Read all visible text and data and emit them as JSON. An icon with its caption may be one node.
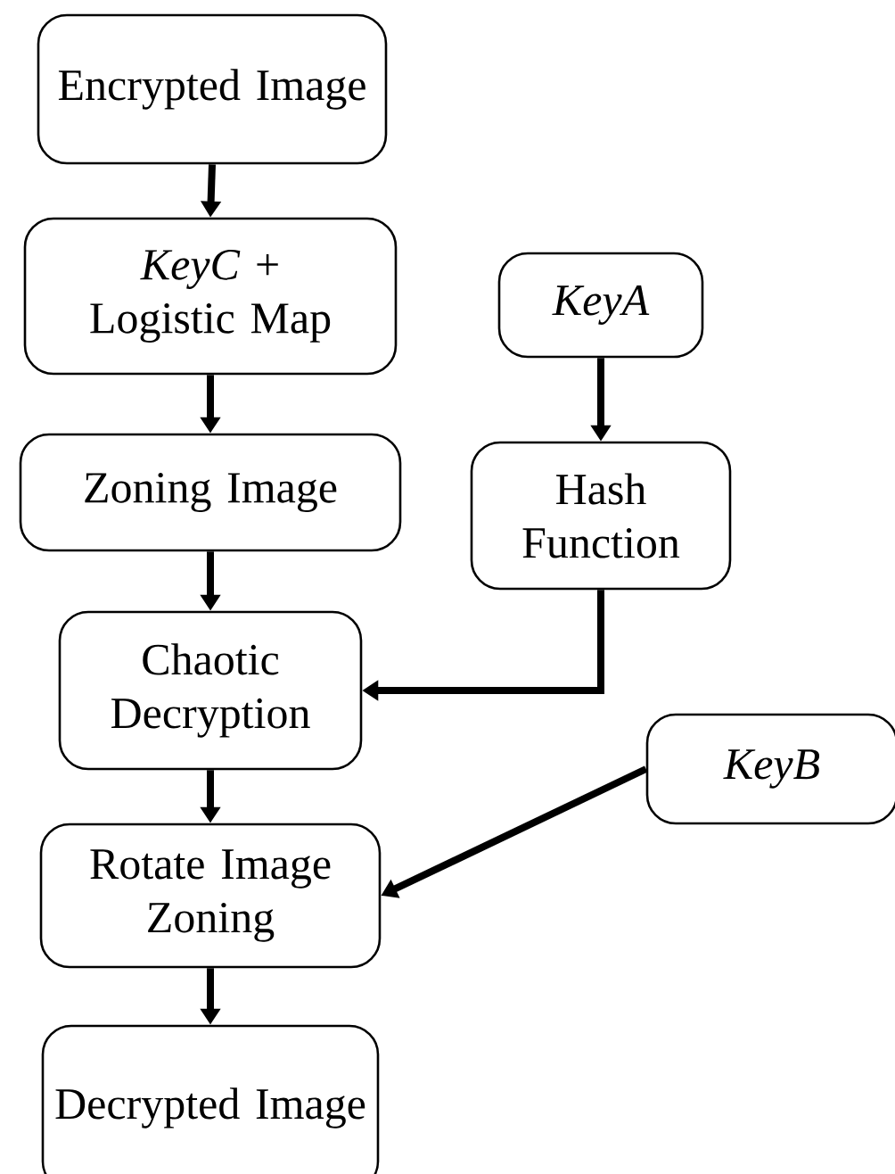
{
  "diagram": {
    "nodes": [
      {
        "text": [
          "Encrypted Image"
        ]
      },
      {
        "text": [
          "*KeyC* + Logistic Map"
        ]
      },
      {
        "text": [
          "KeyA"
        ]
      },
      {
        "text": [
          "Zoning Image"
        ]
      },
      {
        "text": [
          "Hash Function"
        ]
      },
      {
        "text": [
          "Chaotic Decryption"
        ]
      },
      {
        "text": [
          "KeyB"
        ]
      },
      {
        "text": [
          "Rotate Image Zoning"
        ]
      },
      {
        "text": [
          "Decrypted Image"
        ]
      }
    ],
    "edges": [
      {
        "from": 0,
        "to": 1,
        "arrow": "to"
      },
      {
        "from": 1,
        "to": 3,
        "arrow": "to"
      },
      {
        "from": 2,
        "to": 4,
        "arrow": "to"
      },
      {
        "from": 3,
        "to": 5,
        "arrow": "to"
      },
      {
        "from": 4,
        "to": 5,
        "arrow": "to"
      },
      {
        "from": 6,
        "to": 7,
        "arrow": "to"
      },
      {
        "from": 5,
        "to": 7,
        "arrow": "to"
      },
      {
        "from": 7,
        "to": 8,
        "arrow": "to"
      }
    ]
  }
}
